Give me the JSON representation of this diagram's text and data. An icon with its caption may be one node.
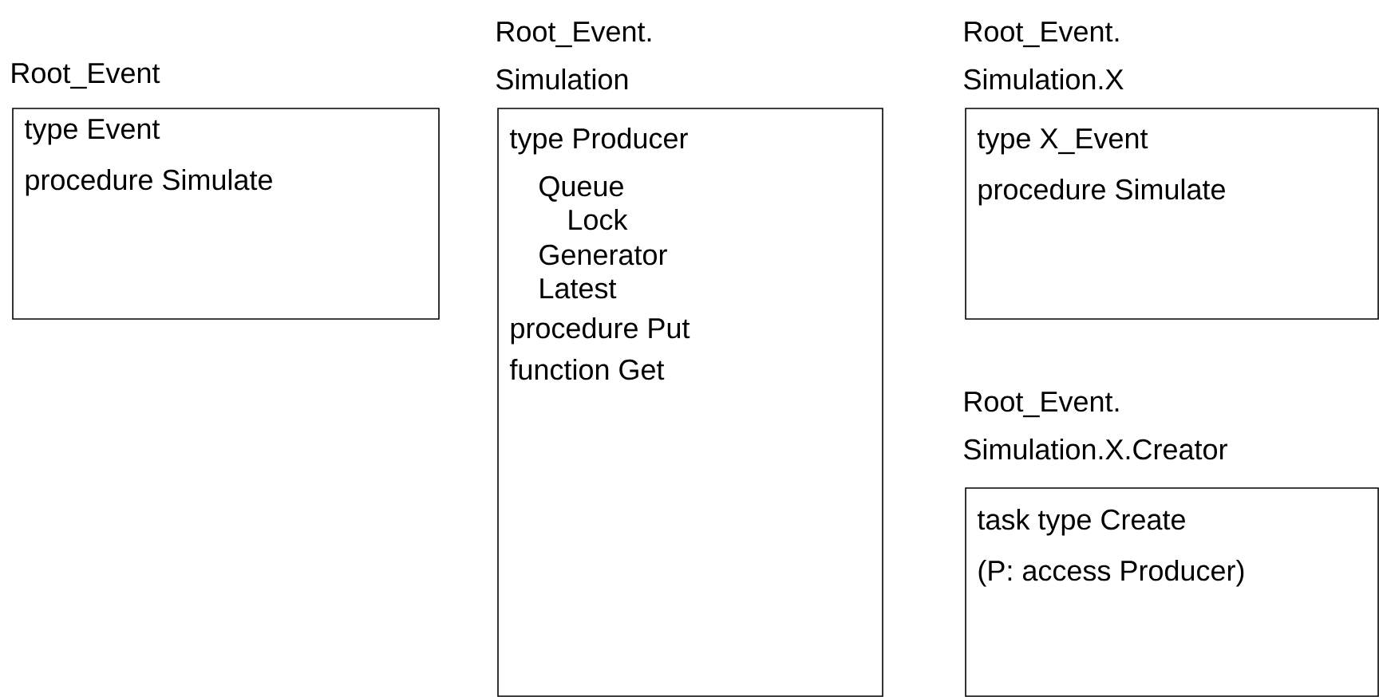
{
  "diagram": {
    "nodes": [
      {
        "text": [
          "Root_Event",
          "type Event",
          "procedure Simulate"
        ]
      },
      {
        "text": [
          "Root_Event. Simulation",
          "type Producer",
          "Queue",
          "Lock",
          "Generator",
          "Latest",
          "procedure Put",
          "function Get"
        ]
      },
      {
        "text": [
          "Root_Event. Simulation.X",
          "type X_Event",
          "procedure Simulate"
        ]
      },
      {
        "text": [
          "Root_Event. Simulation.X.Creator",
          "task type Create",
          "(P: access Producer)"
        ]
      }
    ]
  }
}
